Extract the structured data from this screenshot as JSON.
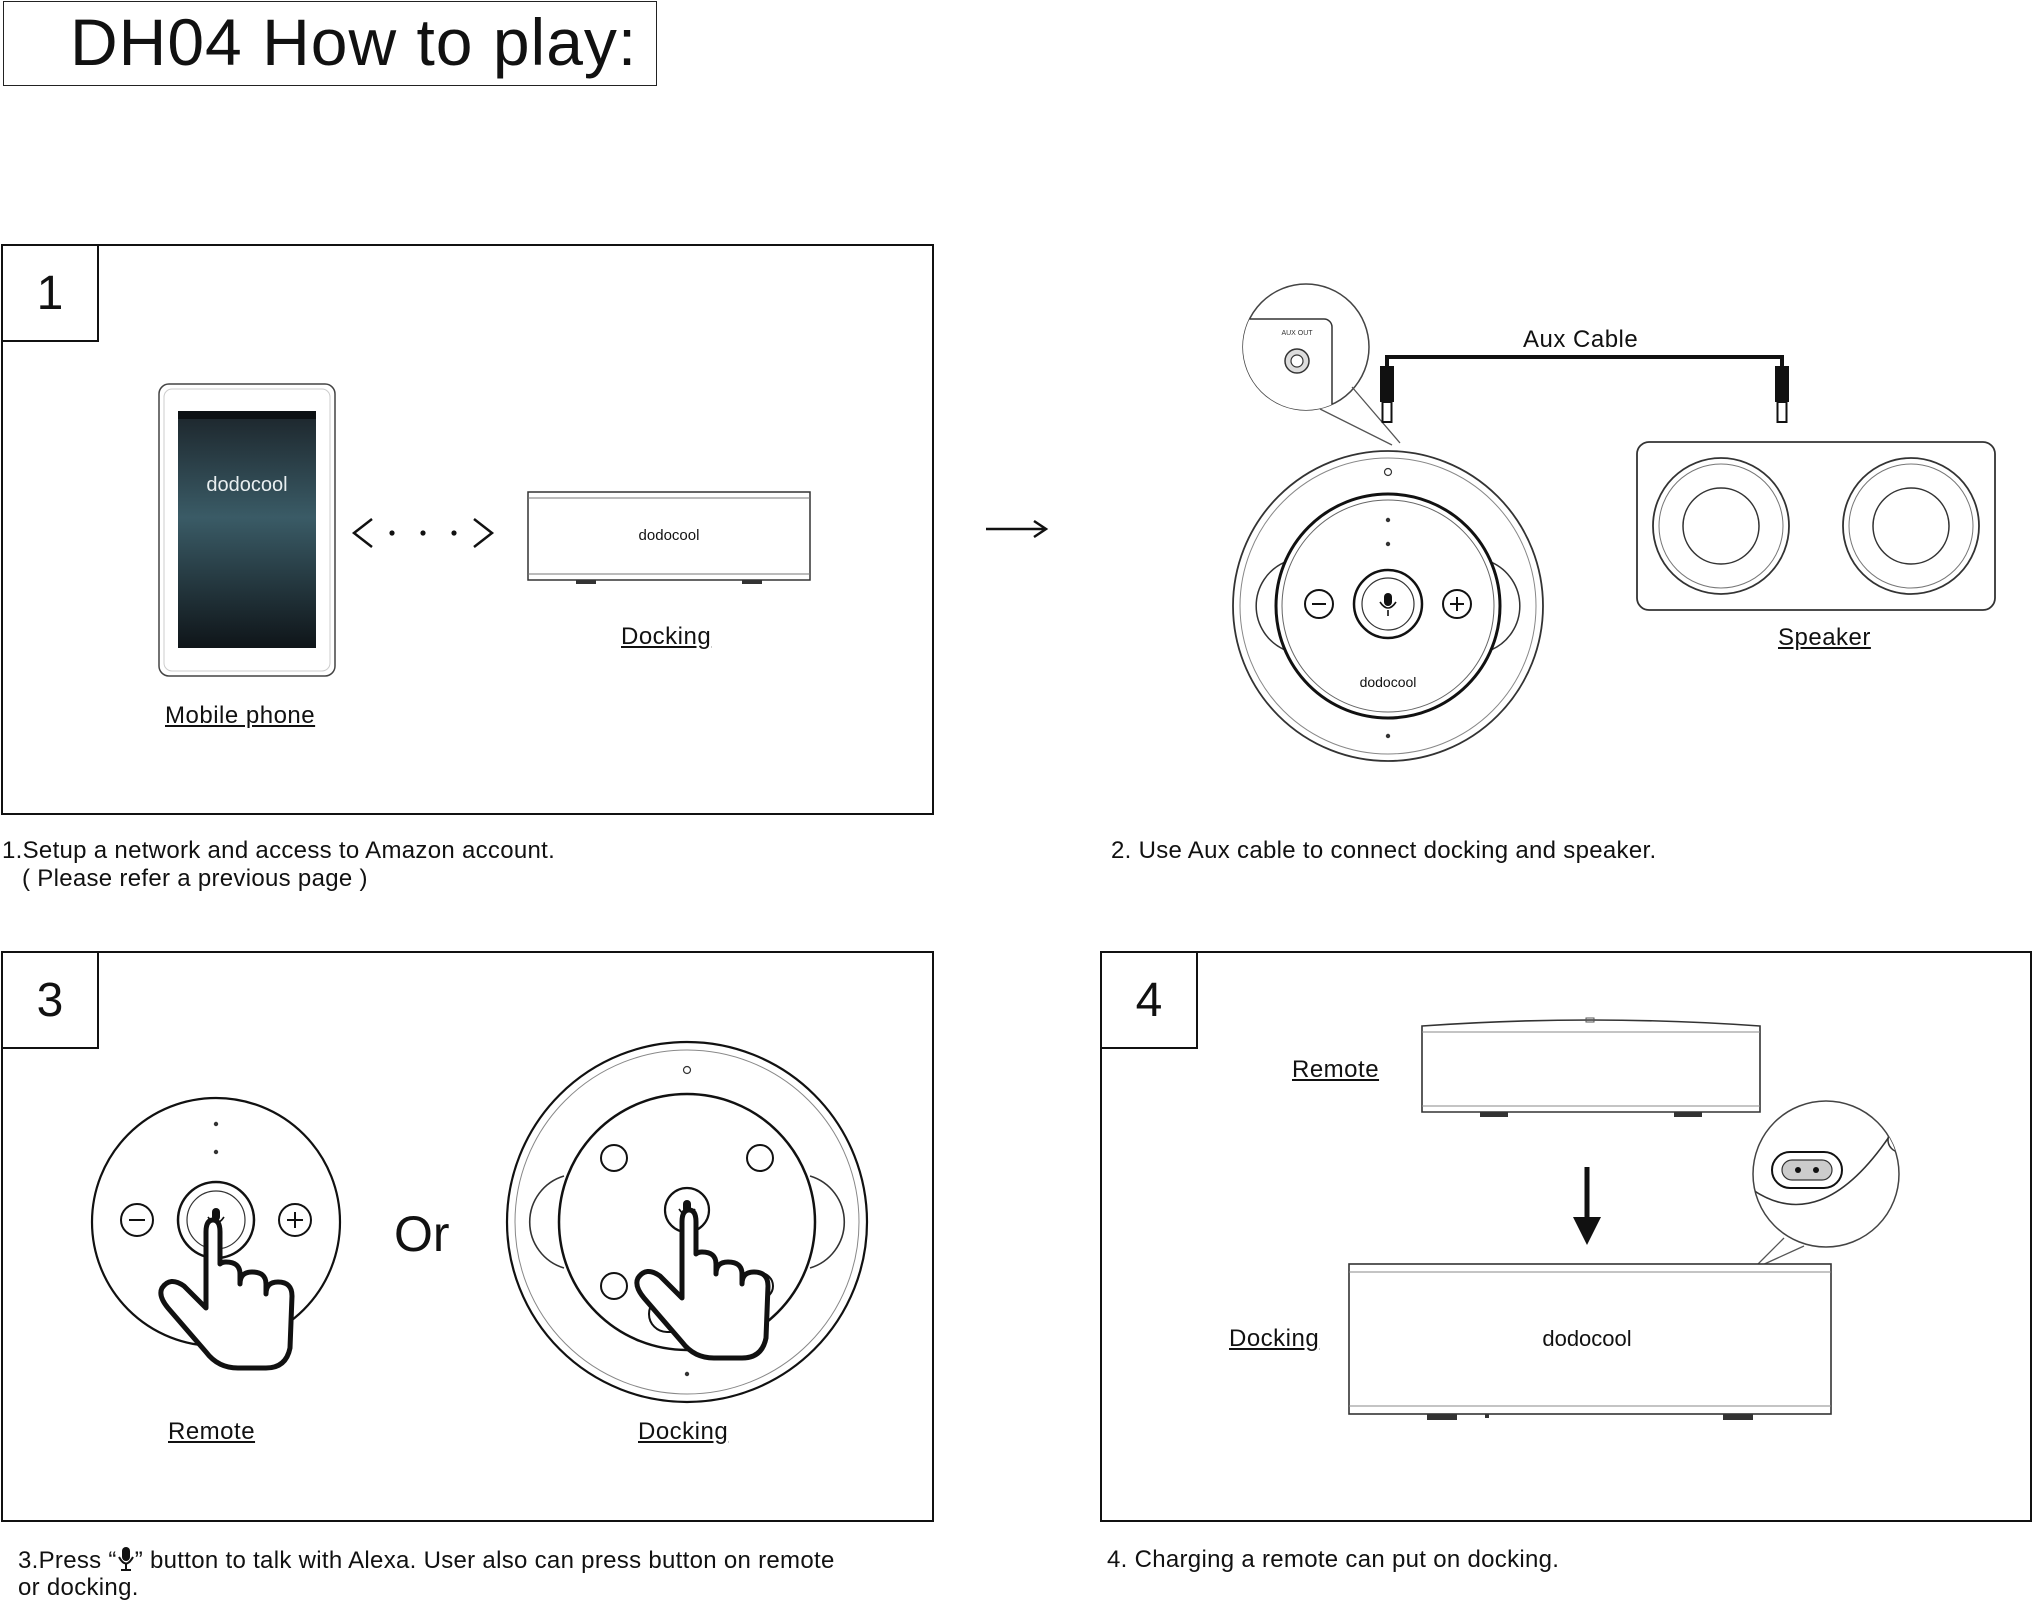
{
  "title": "DH04 How to play:",
  "steps": [
    {
      "number": "1",
      "caption_line1": "1.Setup a network and access to Amazon account.",
      "caption_line2": "( Please refer a previous page )"
    },
    {
      "number": "2",
      "caption_line1": "2. Use Aux cable to connect docking and speaker."
    },
    {
      "number": "3",
      "caption_prefix": "3.Press “",
      "caption_suffix": "” button to talk with Alexa. User also can press button on remote",
      "caption_line2": "or docking."
    },
    {
      "number": "4",
      "caption_line1": "4. Charging a remote can put on docking."
    }
  ],
  "labels": {
    "mobile_phone": "Mobile phone",
    "docking": "Docking",
    "aux_cable": "Aux Cable",
    "speaker": "Speaker",
    "remote": "Remote",
    "or": "Or",
    "brand": "dodocool",
    "aux_out": "AUX OUT"
  },
  "icons": [
    "phone-icon",
    "docking-icon",
    "arrow-right-icon",
    "aux-cable-icon",
    "speaker-icon",
    "remote-icon",
    "hand-pointer-icon",
    "mic-icon",
    "arrow-down-icon"
  ]
}
